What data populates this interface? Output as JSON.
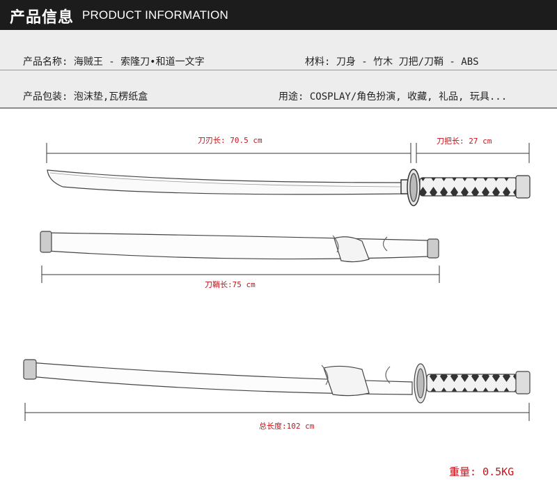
{
  "header": {
    "title_cn": "产品信息",
    "title_en": "PRODUCT INFORMATION"
  },
  "info": {
    "name": "产品名称:  海贼王 - 索隆刀•和道一文字",
    "material": "材料: 刀身 - 竹木   刀把/刀鞘 - ABS",
    "packaging": "产品包装: 泡沫垫,瓦楞纸盒",
    "usage": "用途: COSPLAY/角色扮演, 收藏,  礼品, 玩具..."
  },
  "dimensions": {
    "blade": "刀刃长: 70.5 cm",
    "handle": "刀把长: 27 cm",
    "scabbard": "刀鞘长:75 cm",
    "total": "总长度:102 cm"
  },
  "weight": "重量: 0.5KG",
  "colors": {
    "header_bg": "#1c1c1c",
    "info_bg": "#ededed",
    "dimension_text": "#c4131a"
  }
}
